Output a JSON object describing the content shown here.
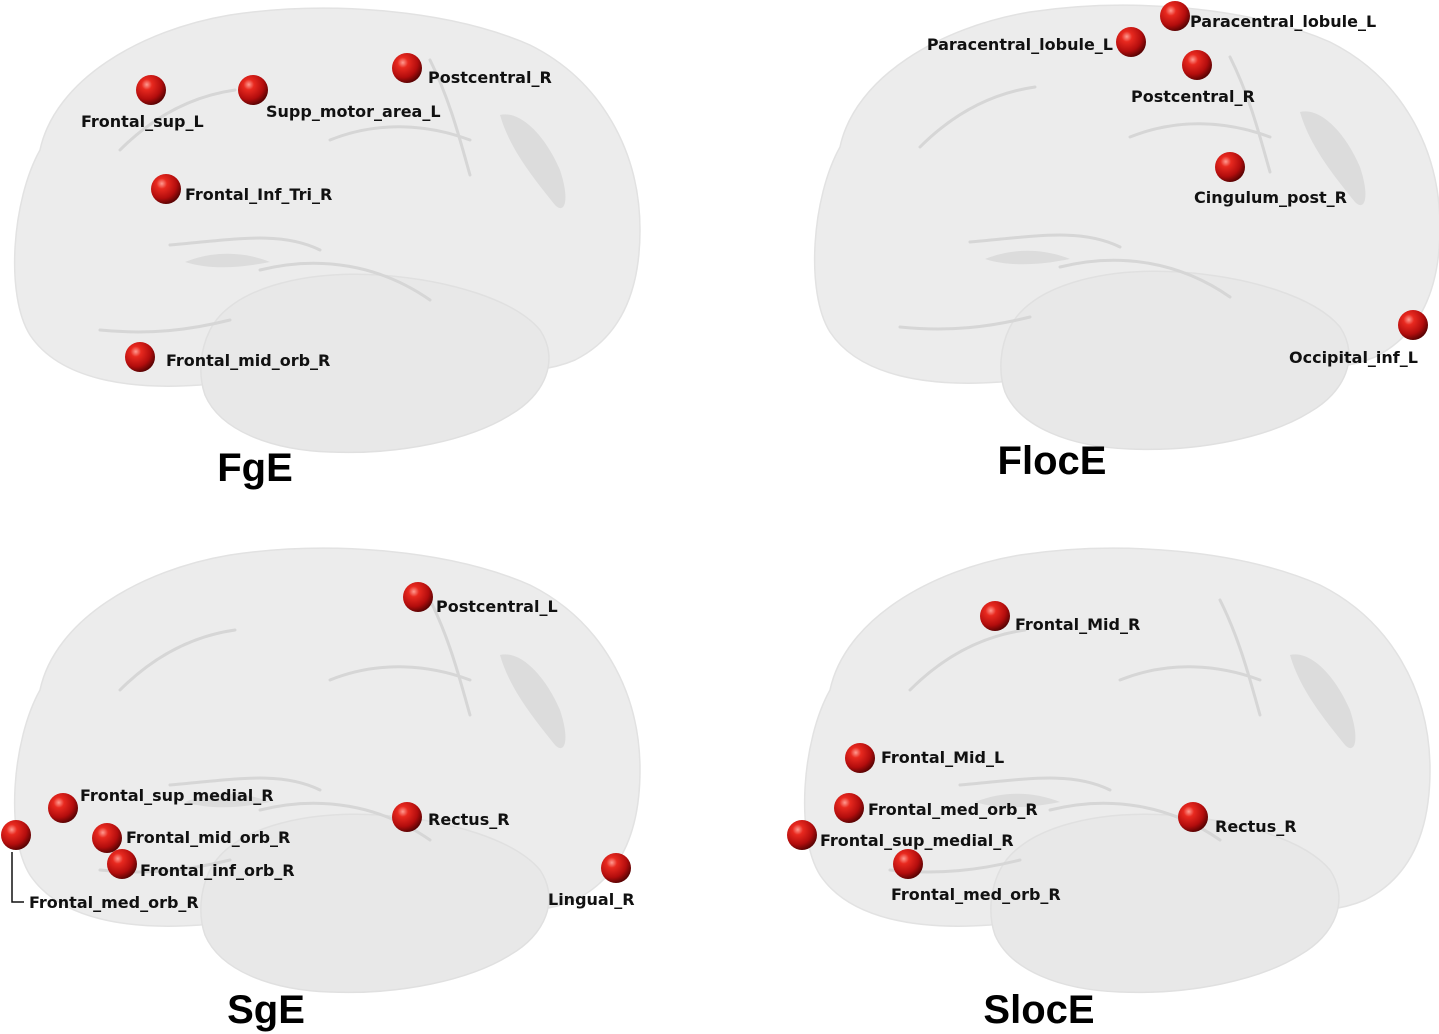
{
  "colors": {
    "node": "#c81414",
    "node_highlight": "#ff8a80",
    "brain": "#ececec",
    "label": "#111111"
  },
  "panels": [
    {
      "title": "FgE",
      "nodes": [
        {
          "label": "Frontal_sup_L"
        },
        {
          "label": "Supp_motor_area_L"
        },
        {
          "label": "Postcentral_R"
        },
        {
          "label": "Frontal_Inf_Tri_R"
        },
        {
          "label": "Frontal_mid_orb_R"
        }
      ]
    },
    {
      "title": "FlocE",
      "nodes": [
        {
          "label": "Paracentral_lobule_L"
        },
        {
          "label": "Paracentral_lobule_L"
        },
        {
          "label": "Postcentral_R"
        },
        {
          "label": "Cingulum_post_R"
        },
        {
          "label": "Occipital_inf_L"
        }
      ]
    },
    {
      "title": "SgE",
      "nodes": [
        {
          "label": "Postcentral_L"
        },
        {
          "label": "Frontal_sup_medial_R"
        },
        {
          "label": "Frontal_mid_orb_R"
        },
        {
          "label": "Frontal_inf_orb_R"
        },
        {
          "label": "Frontal_med_orb_R"
        },
        {
          "label": "Rectus_R"
        },
        {
          "label": "Lingual_R"
        }
      ]
    },
    {
      "title": "SlocE",
      "nodes": [
        {
          "label": "Frontal_Mid_R"
        },
        {
          "label": "Frontal_Mid_L"
        },
        {
          "label": "Frontal_med_orb_R"
        },
        {
          "label": "Frontal_sup_medial_R"
        },
        {
          "label": "Frontal_med_orb_R"
        },
        {
          "label": "Rectus_R"
        }
      ]
    }
  ]
}
